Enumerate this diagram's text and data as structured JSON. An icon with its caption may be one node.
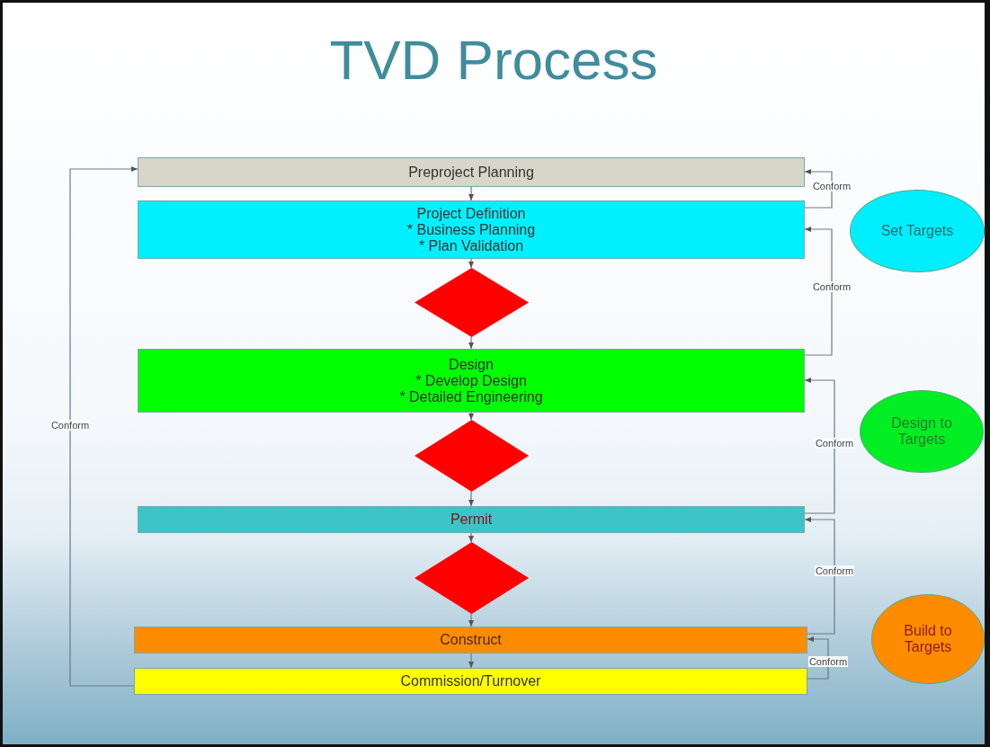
{
  "diagram": {
    "title": "TVD Process",
    "nodes": [
      {
        "text": [
          "Preproject Planning"
        ]
      },
      {
        "text": [
          "Project Definition",
          "* Business Planning",
          "* Plan Validation"
        ]
      },
      {
        "text": [],
        "shape": "diamond"
      },
      {
        "text": [
          "Design",
          "* Develop Design",
          "* Detailed Engineering"
        ]
      },
      {
        "text": [],
        "shape": "diamond"
      },
      {
        "text": [
          "Permit"
        ]
      },
      {
        "text": [],
        "shape": "diamond"
      },
      {
        "text": [
          "Construct"
        ]
      },
      {
        "text": [
          "Commission/Turnover"
        ]
      },
      {
        "text": [
          "Set Targets"
        ]
      },
      {
        "text": [
          "Design to Targets"
        ]
      },
      {
        "text": [
          "Build to Targets"
        ]
      }
    ],
    "edges": [
      {
        "from": 0,
        "to": 1,
        "arrow": "to"
      },
      {
        "from": 1,
        "to": 2,
        "arrow": "to"
      },
      {
        "from": 2,
        "to": 3,
        "arrow": "to"
      },
      {
        "from": 3,
        "to": 4,
        "arrow": "to"
      },
      {
        "from": 4,
        "to": 5,
        "arrow": "to"
      },
      {
        "from": 5,
        "to": 6,
        "arrow": "to"
      },
      {
        "from": 6,
        "to": 7,
        "arrow": "to"
      },
      {
        "from": 7,
        "to": 8,
        "arrow": "to"
      },
      {
        "from": 1,
        "to": 0,
        "arrow": "to",
        "label": "Conform"
      },
      {
        "from": 3,
        "to": 1,
        "arrow": "to",
        "label": "Conform"
      },
      {
        "from": 5,
        "to": 3,
        "arrow": "to",
        "label": "Conform"
      },
      {
        "from": 7,
        "to": 5,
        "arrow": "to",
        "label": "Conform"
      },
      {
        "from": 8,
        "to": 7,
        "arrow": "to",
        "label": "Conform"
      },
      {
        "from": 8,
        "to": 0,
        "arrow": "to",
        "label": "Conform"
      }
    ]
  }
}
